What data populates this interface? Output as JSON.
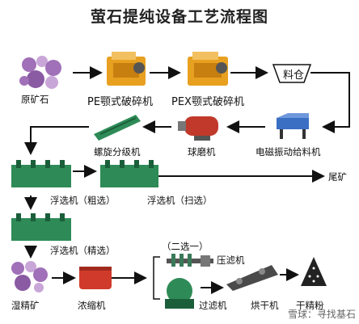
{
  "title": "萤石提纯设备工艺流程图",
  "nodes": {
    "raw_ore": "原矿石",
    "jaw_crusher_pe": "PE颚式破碎机",
    "jaw_crusher_pex": "PEX颚式破碎机",
    "bin": "料仓",
    "vibrating_feeder": "电磁振动给料机",
    "ball_mill": "球磨机",
    "spiral_classifier": "螺旋分级机",
    "flotation_rough": "浮选机（粗选）",
    "flotation_sweep": "浮选机（扫选）",
    "tailings": "尾矿",
    "flotation_fine": "浮选机（精选）",
    "wet_concentrate": "湿精矿",
    "thickener": "浓缩机",
    "choose_one": "（二选一）",
    "filter_press": "压滤机",
    "filter": "过滤机",
    "dryer": "烘干机",
    "dry_powder": "干精粉"
  },
  "watermark": "雪球：寻找基石",
  "colors": {
    "arrow": "#111111",
    "crusher_orange": "#e8a020",
    "flotation_green": "#2e8b57",
    "mill_red": "#c0392b",
    "ore_purple": "#a070b8",
    "thickener_red": "#d03a2a",
    "feeder_blue": "#3a6fc4"
  }
}
